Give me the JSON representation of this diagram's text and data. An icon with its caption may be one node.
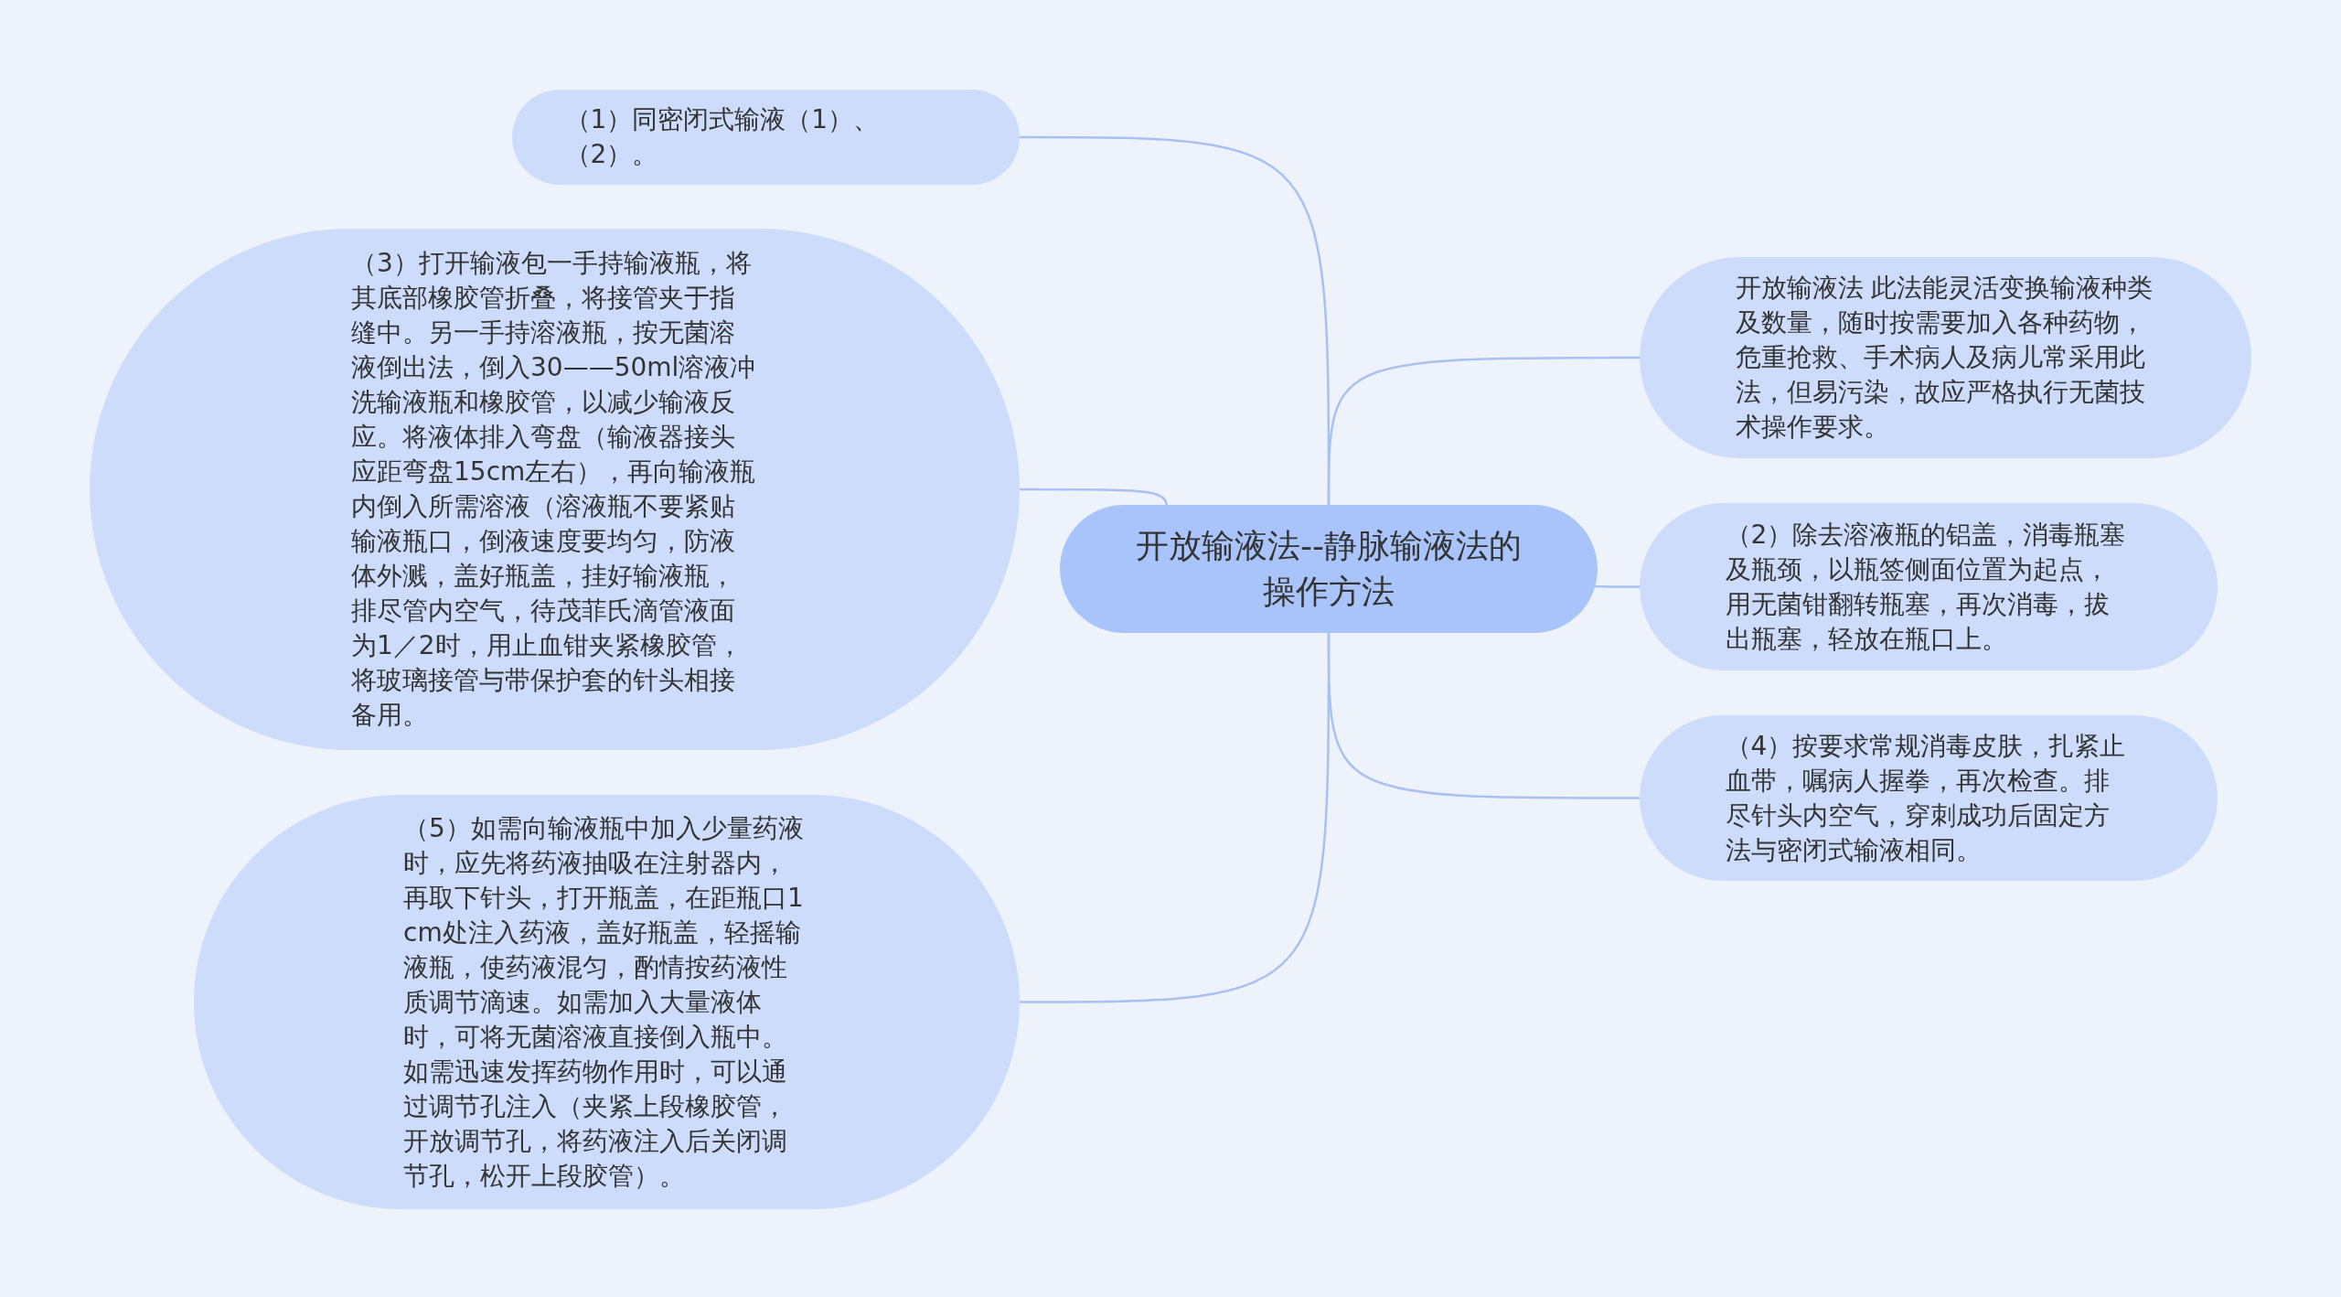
{
  "diagram": {
    "nodes": [
      {
        "text": [
          "开放输液法--静脉输液法的操作方法"
        ]
      },
      {
        "text": [
          "（1）同密闭式输液（1）、（2）。"
        ]
      },
      {
        "text": [
          "（3）打开输液包一手持输液瓶，将其底部橡胶管折叠，将接管夹于指缝中。另一手持溶液瓶，按无菌溶液倒出法，倒入30——50ml溶液冲洗输液瓶和橡胶管，以减少输液反应。将液体排入弯盘（输液器接头应距弯盘15cm左右），再向输液瓶内倒入所需溶液（溶液瓶不要紧贴输液瓶口，倒液速度要均匀，防液体外溅，盖好瓶盖，挂好输液瓶，排尽管内空气，待茂菲氏滴管液面为1／2时，用止血钳夹紧橡胶管，将玻璃接管与带保护套的针头相接备用。"
        ]
      },
      {
        "text": [
          "（5）如需向输液瓶中加入少量药液时，应先将药液抽吸在注射器内，再取下针头，打开瓶盖，在距瓶口1cm处注入药液，盖好瓶盖，轻摇输液瓶，使药液混匀，酌情按药液性质调节滴速。如需加入大量液体时，可将无菌溶液直接倒入瓶中。如需迅速发挥药物作用时，可以通过调节孔注入（夹紧上段橡胶管，开放调节孔，将药液注入后关闭调节孔，松开上段胶管）。"
        ]
      },
      {
        "text": [
          "开放输液法 此法能灵活变换输液种类及数量，随时按需要加入各种药物，危重抢救、手术病人及病儿常采用此法，但易污染，故应严格执行无菌技术操作要求。"
        ]
      },
      {
        "text": [
          "（2）除去溶液瓶的铝盖，消毒瓶塞及瓶颈，以瓶签侧面位置为起点，用无菌钳翻转瓶塞，再次消毒，拔出瓶塞，轻放在瓶口上。"
        ]
      },
      {
        "text": [
          "（4）按要求常规消毒皮肤，扎紧止血带，嘱病人握拳，再次检查。排尽针头内空气，穿刺成功后固定方法与密闭式输液相同。"
        ]
      }
    ],
    "edges": [
      {
        "from": 0,
        "to": 1,
        "arrow": "none"
      },
      {
        "from": 0,
        "to": 2,
        "arrow": "none"
      },
      {
        "from": 0,
        "to": 3,
        "arrow": "none"
      },
      {
        "from": 0,
        "to": 4,
        "arrow": "none"
      },
      {
        "from": 0,
        "to": 5,
        "arrow": "none"
      },
      {
        "from": 0,
        "to": 6,
        "arrow": "none"
      }
    ]
  }
}
